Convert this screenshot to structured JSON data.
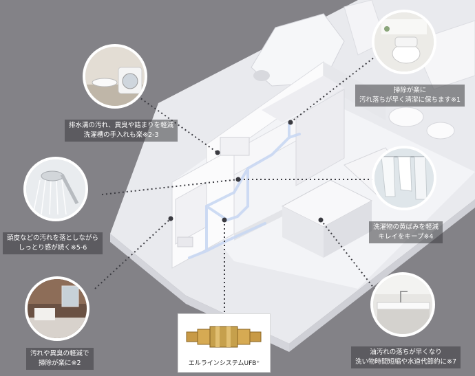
{
  "callouts": {
    "toilet": {
      "icon": "toilet-photo",
      "lines": [
        "掃除が楽に",
        "汚れ落ちが早く清潔に保ちます※1"
      ]
    },
    "laundry": {
      "icon": "washing-machine-photo",
      "lines": [
        "排水溝の汚れ、異臭や詰まりを軽減",
        "洗濯槽の手入れも楽※2-3"
      ]
    },
    "shower": {
      "icon": "shower-photo",
      "lines": [
        "頭皮などの汚れを落としながら",
        "しっとり感が続く※5-6"
      ]
    },
    "drying": {
      "icon": "laundry-drying-photo",
      "lines": [
        "洗濯物の黄ばみを軽減",
        "キレイをキープ※4"
      ]
    },
    "bath": {
      "icon": "bathroom-photo",
      "lines": [
        "汚れや異臭の軽減で",
        "掃除が楽に※2"
      ]
    },
    "kitchen": {
      "icon": "kitchen-photo",
      "lines": [
        "油汚れの落ちが早くなり",
        "洗い物時間短縮や水道代節約に※7"
      ]
    }
  },
  "product": {
    "name": "エルラインシステムUFB⁺",
    "icon": "ufb-fitting-icon"
  },
  "colors": {
    "background": "#838287",
    "model": "#f2f3f6",
    "pipe": "#c9d8f3",
    "dot": "#3a3a40"
  }
}
